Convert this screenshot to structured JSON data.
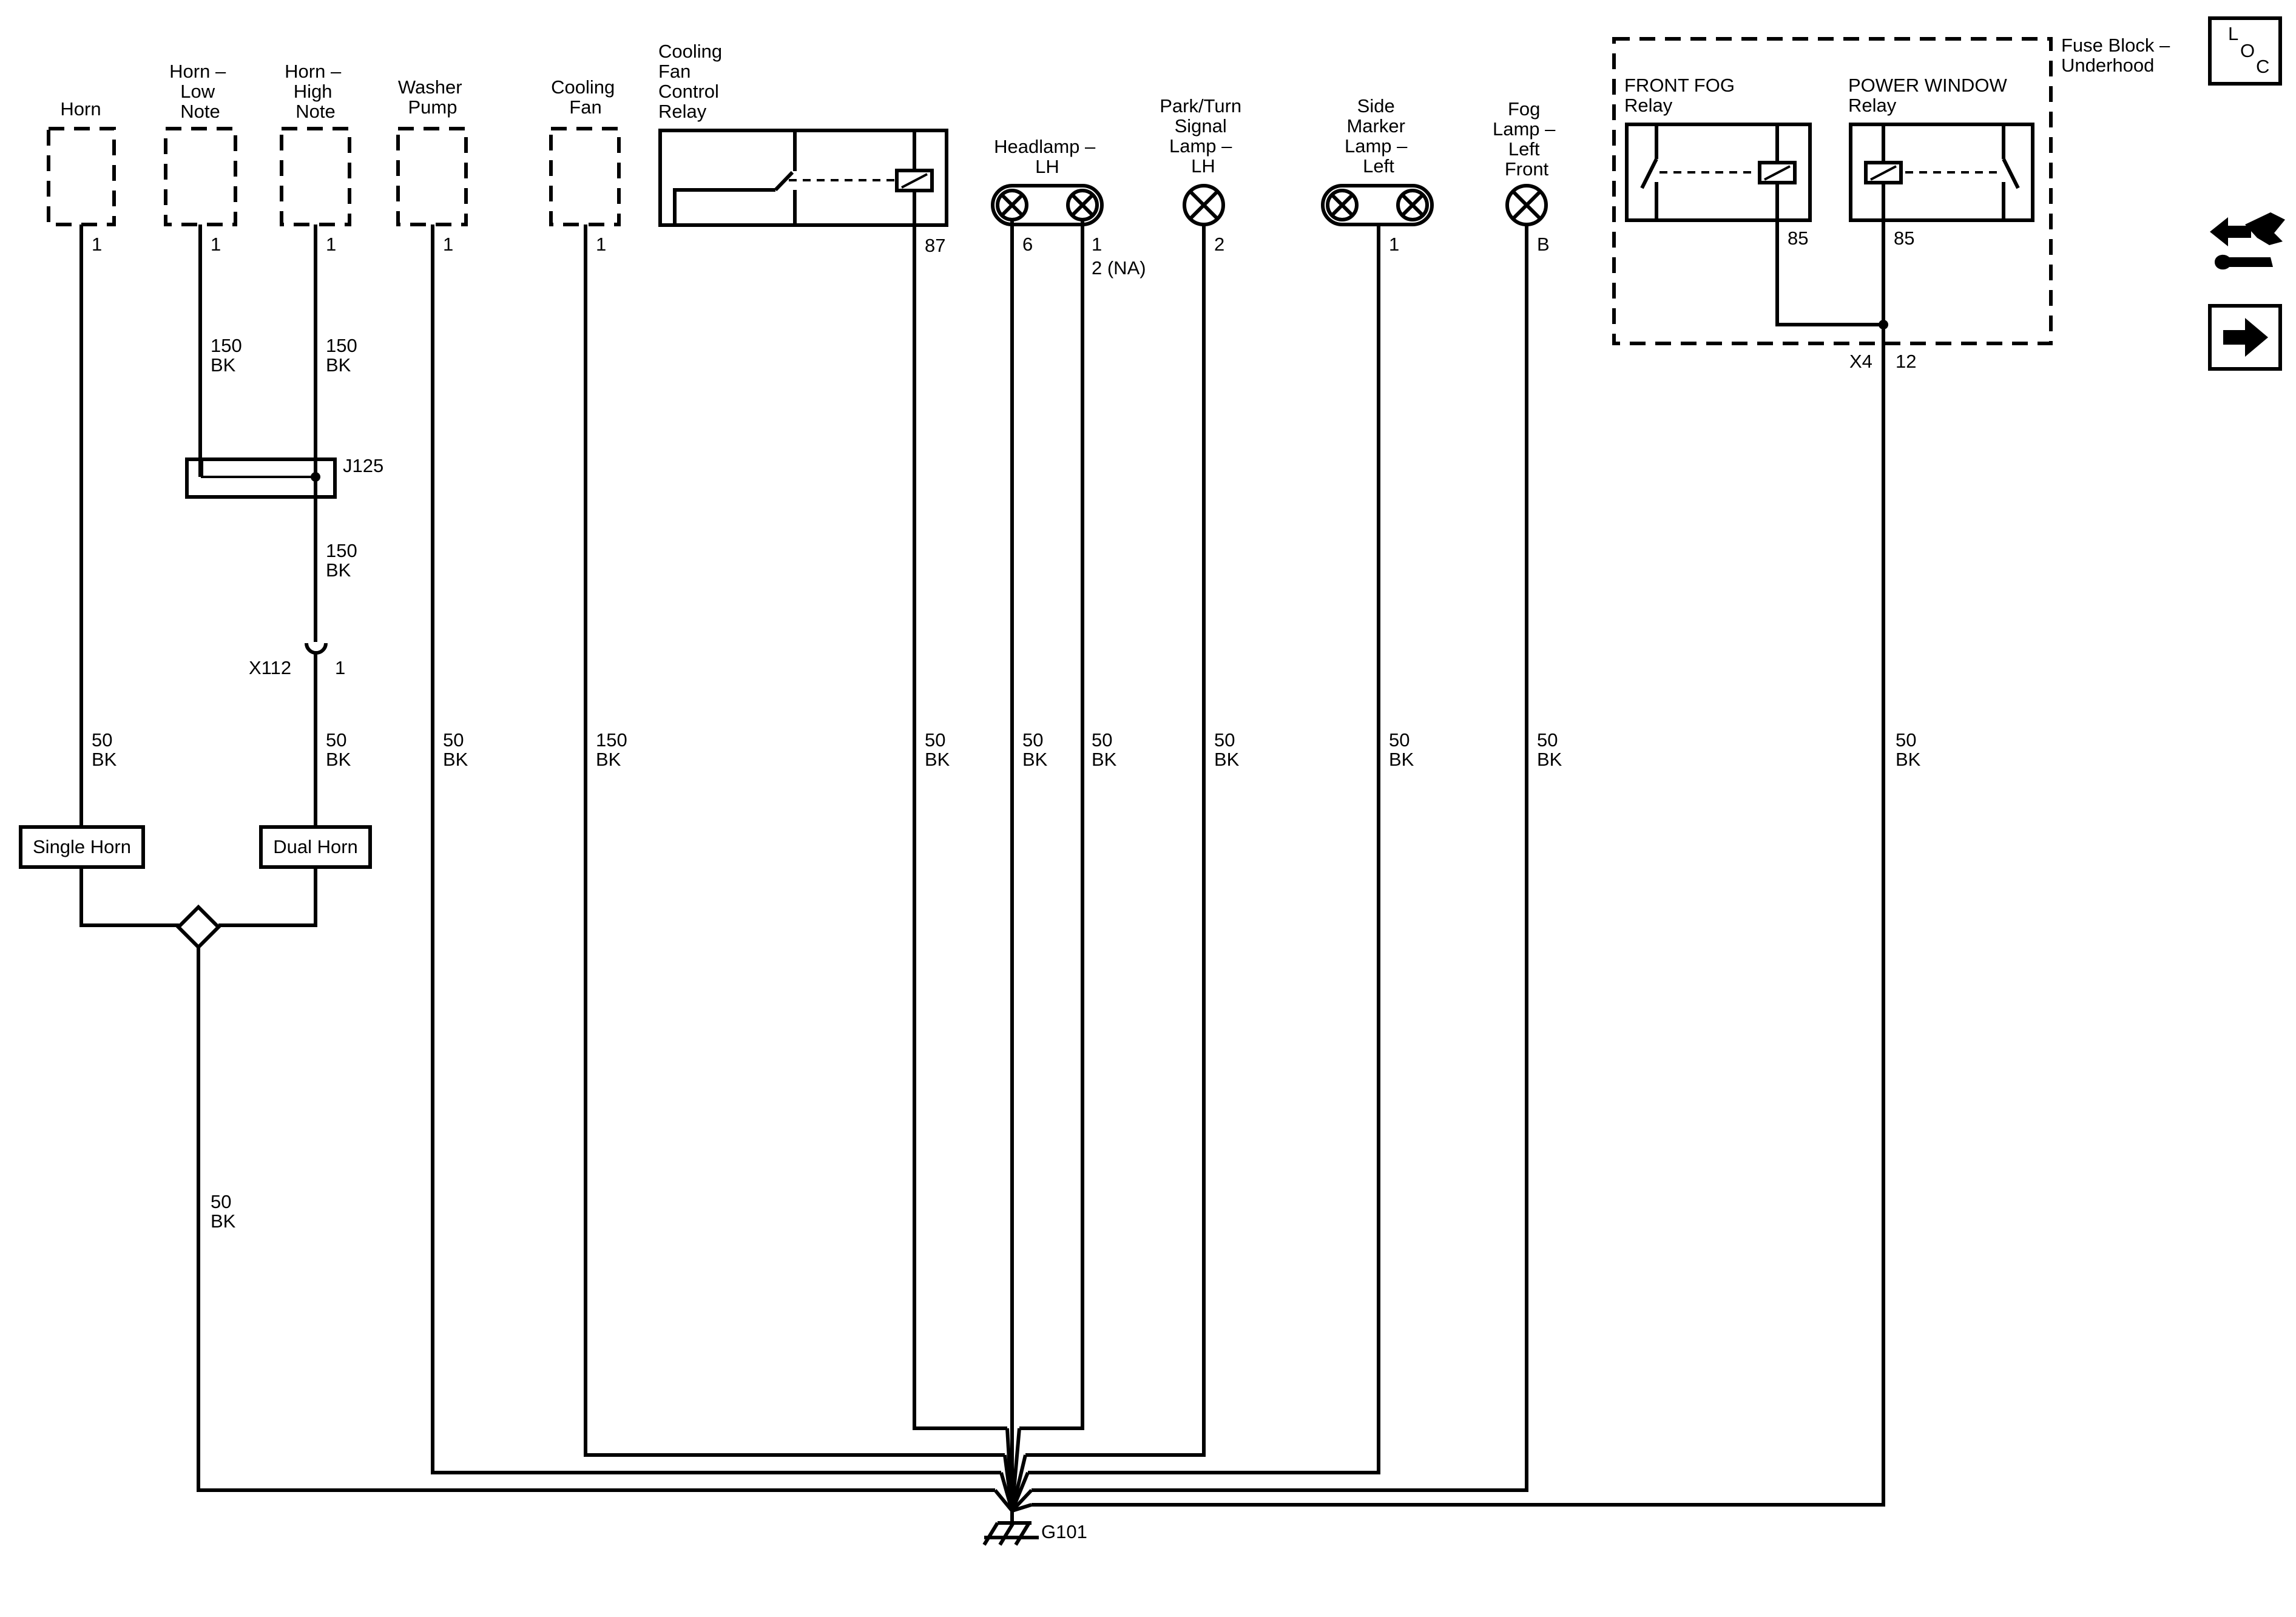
{
  "components": {
    "horn": "Horn",
    "horn_low_note": [
      "Horn –",
      "Low",
      "Note"
    ],
    "horn_high_note": [
      "Horn –",
      "High",
      "Note"
    ],
    "washer_pump": [
      "Washer",
      "Pump"
    ],
    "cooling_fan": [
      "Cooling",
      "Fan"
    ],
    "cooling_fan_relay": [
      "Cooling",
      "Fan",
      "Control",
      "Relay"
    ],
    "headlamp_lh": [
      "Headlamp –",
      "LH"
    ],
    "park_turn_lamp": [
      "Park/Turn",
      "Signal",
      "Lamp –",
      "LH"
    ],
    "side_marker_lamp": [
      "Side",
      "Marker",
      "Lamp –",
      "Left"
    ],
    "fog_lamp": [
      "Fog",
      "Lamp –",
      "Left",
      "Front"
    ],
    "fuse_block": [
      "Fuse Block –",
      "Underhood"
    ],
    "front_fog_relay": [
      "FRONT FOG",
      "Relay"
    ],
    "power_window_relay": [
      "POWER WINDOW",
      "Relay"
    ],
    "single_horn": "Single Horn",
    "dual_horn": "Dual Horn"
  },
  "pins": {
    "horn": "1",
    "horn_low": "1",
    "horn_high": "1",
    "washer": "1",
    "cooling_fan": "1",
    "relay_87": "87",
    "headlamp_6": "6",
    "headlamp_1": "1",
    "headlamp_2na": "2 (NA)",
    "park_turn": "2",
    "side_marker": "1",
    "fog": "B",
    "fog_relay_85": "85",
    "pw_relay_85": "85",
    "x4_pin": "12",
    "x112_pin": "1"
  },
  "connectors": {
    "j125": "J125",
    "x112": "X112",
    "x4": "X4",
    "g101": "G101"
  },
  "wires": {
    "w150": "150",
    "w50": "50",
    "color_bk": "BK"
  },
  "side_icons": {
    "loc_letters": [
      "L",
      "O",
      "C"
    ],
    "icons": [
      "loc-box-icon",
      "connector-wrench-icon",
      "next-arrow-icon"
    ]
  }
}
